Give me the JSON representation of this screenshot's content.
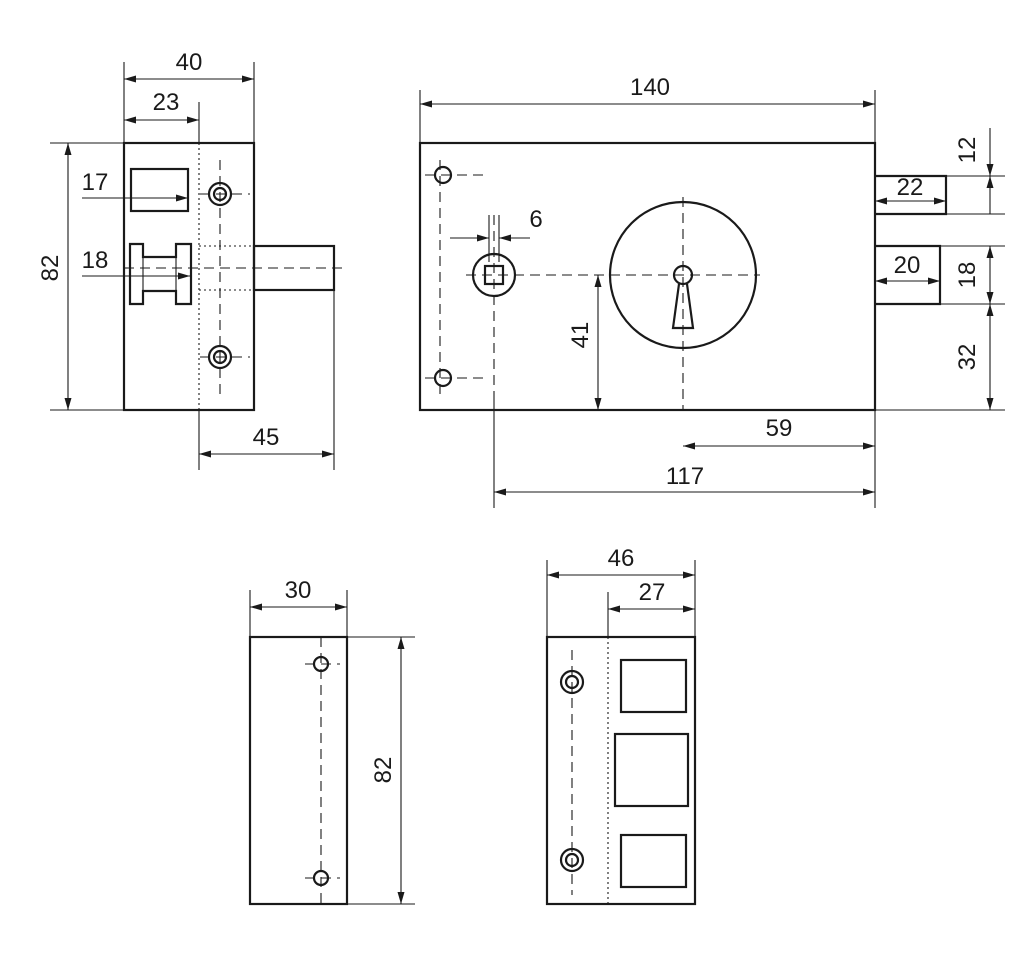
{
  "diagram": {
    "line_color": "#1a1a1a",
    "background": "#ffffff",
    "dimensions": {
      "side_width_total": "40",
      "side_width_partial": "23",
      "side_height": "82",
      "side_slot_top": "17",
      "side_slot_mid": "18",
      "side_bolt_projection": "45",
      "front_length": "140",
      "front_spindle": "6",
      "front_bolt_top_height": "12",
      "front_bolt_top_length": "22",
      "front_bolt_bottom_length": "20",
      "front_bolt_bottom_height": "18",
      "front_bolt_bottom_offset": "32",
      "front_spindle_height": "41",
      "front_cylinder_offset": "59",
      "front_spindle_offset": "117",
      "back_width": "30",
      "back_height": "82",
      "strike_width_total": "46",
      "strike_width_partial": "27"
    }
  }
}
